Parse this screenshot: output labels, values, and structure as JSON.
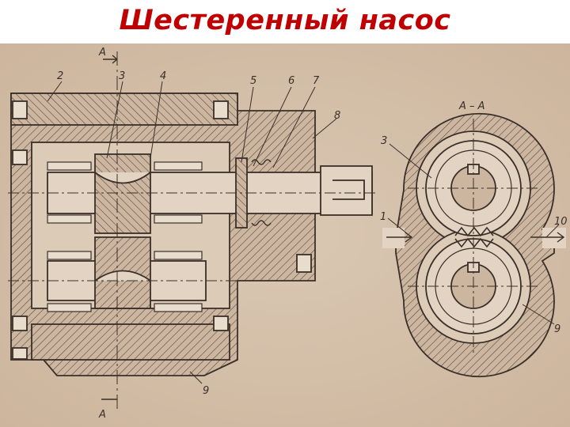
{
  "title": "Шестеренный насос",
  "labels": {
    "section_a_top": "A",
    "section_a_bottom": "A",
    "section_view": "A – A",
    "n1": "1",
    "n2": "2",
    "n3": "3",
    "n4": "4",
    "n5": "5",
    "n6": "6",
    "n7": "7",
    "n8": "8",
    "n9": "9",
    "n10": "10"
  },
  "colors": {
    "title": "#c00000",
    "paper": "#d7c3ad",
    "ink": "#3a2f28"
  }
}
